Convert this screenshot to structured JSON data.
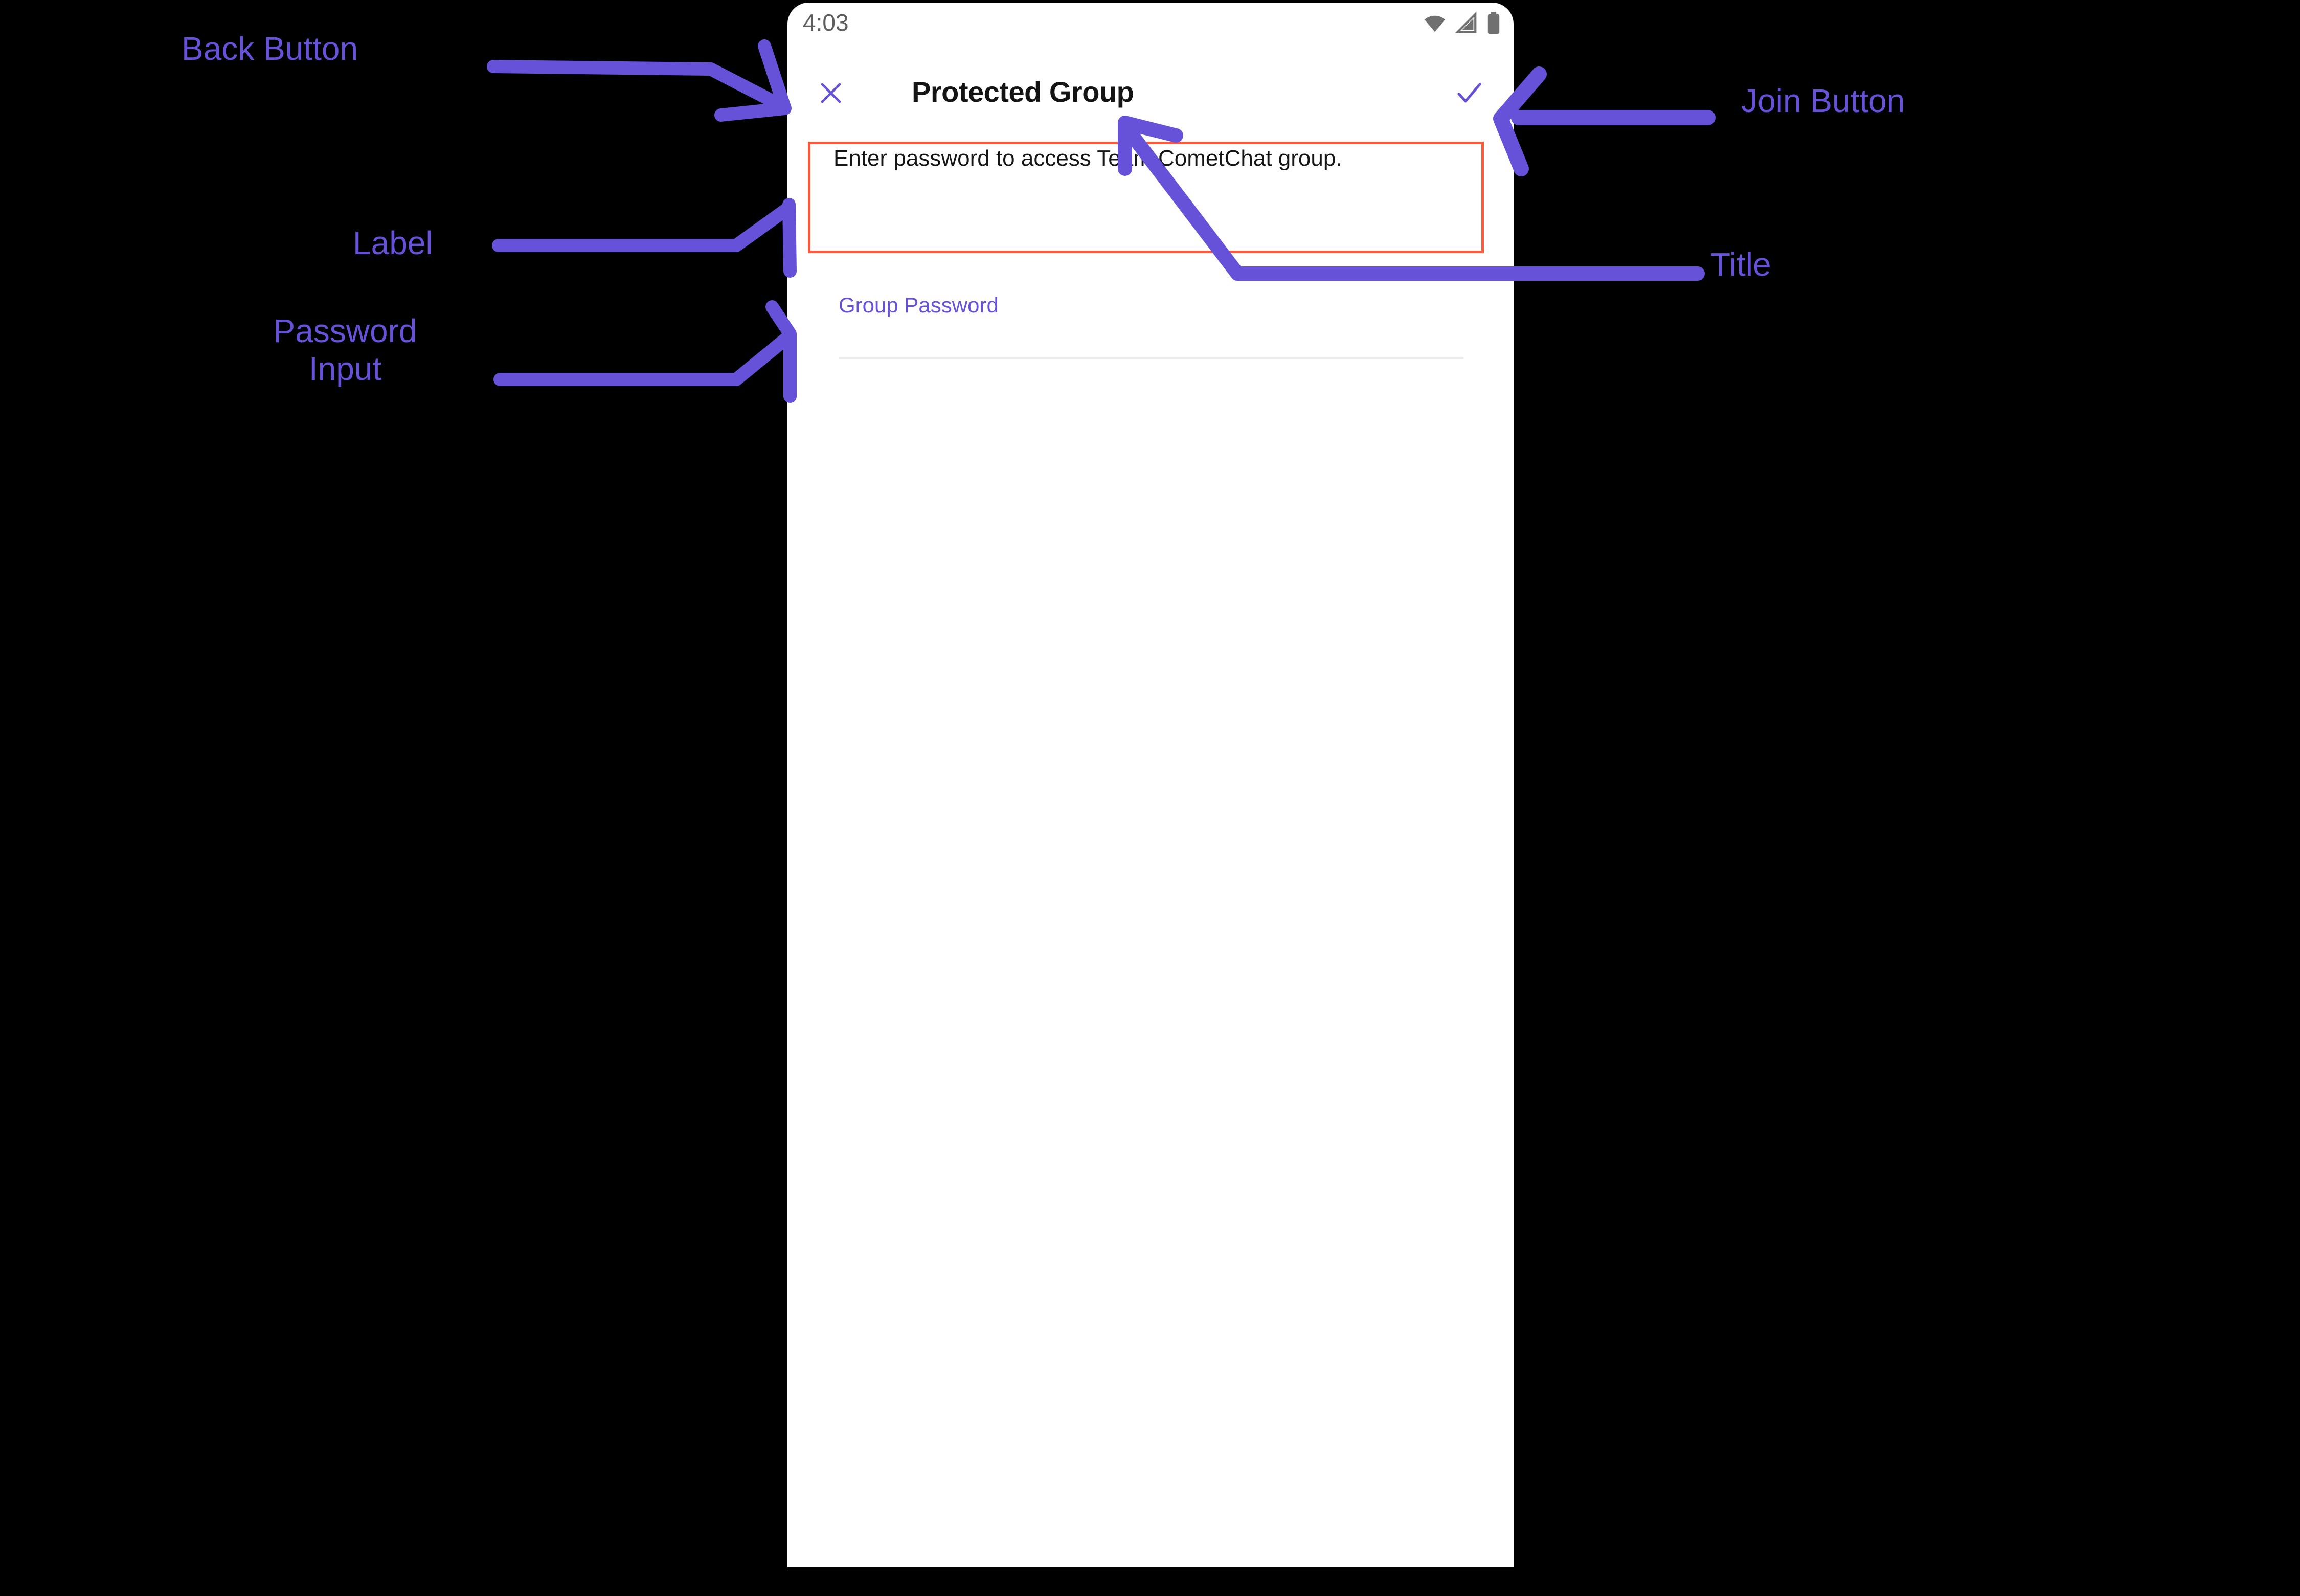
{
  "phone": {
    "status_bar": {
      "time": "4:03",
      "icons": [
        "wifi-icon",
        "cellular-signal-icon",
        "battery-icon"
      ],
      "icon_color": "#707070"
    },
    "app_bar": {
      "close_icon": "close-x-icon",
      "title": "Protected Group",
      "join_icon": "checkmark-icon",
      "accent_color": "#6552D8",
      "title_color": "#141414"
    },
    "body": {
      "description": "Enter password to access Team CometChat group.",
      "password_label": "Group Password",
      "password_value": "",
      "password_placeholder": ""
    },
    "gesture_bar": "home-gesture-bar"
  },
  "annotations": {
    "accent_color": "#6552D8",
    "highlight_color": "#f9593c",
    "back_button": "Back Button",
    "label": "Label",
    "password_input": "Password\nInput",
    "join_button": "Join Button",
    "title": "Title"
  }
}
